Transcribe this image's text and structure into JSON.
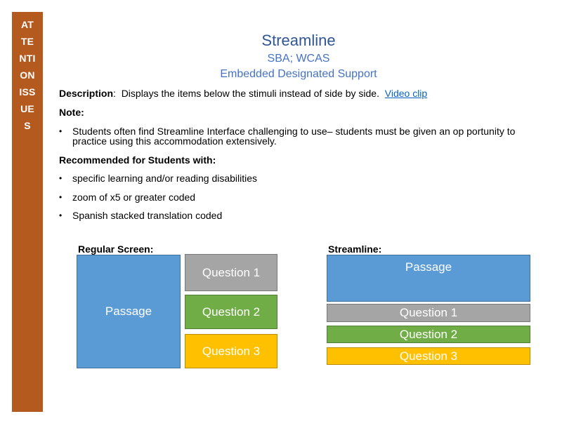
{
  "sidebar": {
    "lines": [
      "AT",
      "TE",
      "NTI",
      "ON",
      "ISS",
      "UE",
      "S"
    ],
    "color": "#b55a1f"
  },
  "header": {
    "title": "Streamline",
    "subtitle1": "SBA; WCAS",
    "subtitle2": "Embedded Designated Support"
  },
  "description": {
    "label": "Description",
    "separator": ":",
    "text": "Displays the items below the stimuli instead of side by side.",
    "link": "Video clip"
  },
  "note": {
    "label": "Note:",
    "bullets": [
      "Students often find Streamline Interface challenging to use– students must be given an op portunity to practice using this accommodation extensively."
    ]
  },
  "recommended": {
    "label": "Recommended for Students with:",
    "bullets": [
      "specific learning and/or reading disabilities",
      "zoom of x5 or greater coded",
      "Spanish stacked translation coded"
    ]
  },
  "diagram": {
    "regular_label": "Regular Screen:",
    "streamline_label": "Streamline:",
    "passage": "Passage",
    "q1": "Question 1",
    "q2": "Question 2",
    "q3": "Question 3",
    "colors": {
      "passage": "#5b9bd5",
      "q1": "#a5a5a5",
      "q2": "#70ad47",
      "q3": "#ffc000"
    }
  }
}
